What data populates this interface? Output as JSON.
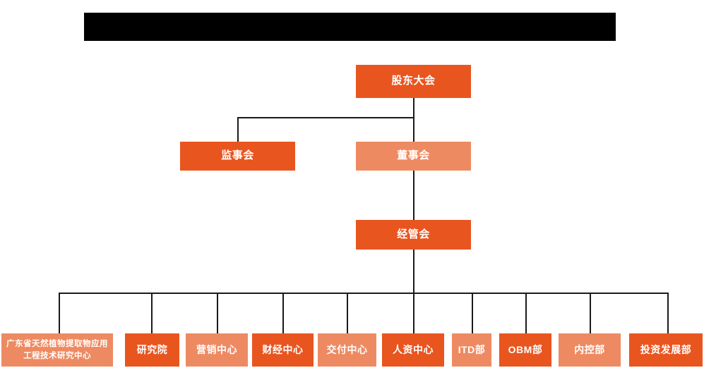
{
  "chart": {
    "title_banner": "",
    "colors": {
      "primary": "#e9551f",
      "secondary": "#ee8a62",
      "connector": "#1a1a1a",
      "banner": "#000000",
      "background": "#ffffff",
      "text": "#ffffff"
    },
    "levels": {
      "level1": [
        {
          "label": "股东大会",
          "style": "primary"
        }
      ],
      "level2": [
        {
          "label": "监事会",
          "style": "primary"
        },
        {
          "label": "董事会",
          "style": "secondary"
        }
      ],
      "level3": [
        {
          "label": "经管会",
          "style": "primary"
        }
      ],
      "level4": [
        {
          "label": "广东省天然植物提取物应用工程技术研究中心",
          "style": "secondary"
        },
        {
          "label": "研究院",
          "style": "primary"
        },
        {
          "label": "营销中心",
          "style": "secondary"
        },
        {
          "label": "财经中心",
          "style": "primary"
        },
        {
          "label": "交付中心",
          "style": "secondary"
        },
        {
          "label": "人资中心",
          "style": "primary"
        },
        {
          "label": "ITD部",
          "style": "secondary"
        },
        {
          "label": "OBM部",
          "style": "primary"
        },
        {
          "label": "内控部",
          "style": "secondary"
        },
        {
          "label": "投资发展部",
          "style": "primary"
        }
      ]
    }
  }
}
